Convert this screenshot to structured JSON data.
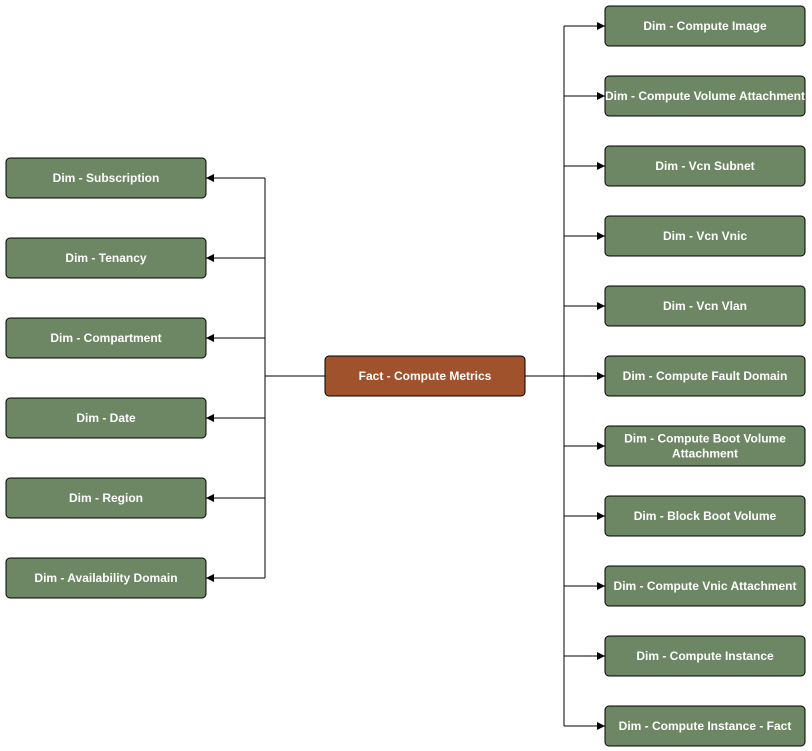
{
  "colors": {
    "fact_fill": "#a0522d",
    "dim_fill": "#6d8764",
    "line": "#000000",
    "text": "#ffffff"
  },
  "fact": {
    "label": "Fact - Compute Metrics"
  },
  "left_dims": [
    {
      "label": "Dim - Subscription"
    },
    {
      "label": "Dim - Tenancy"
    },
    {
      "label": "Dim - Compartment"
    },
    {
      "label": "Dim - Date"
    },
    {
      "label": "Dim - Region"
    },
    {
      "label": "Dim - Availability Domain"
    }
  ],
  "right_dims": [
    {
      "label": "Dim - Compute Image"
    },
    {
      "label": "Dim - Compute Volume Attachment"
    },
    {
      "label": "Dim - Vcn Subnet"
    },
    {
      "label": "Dim - Vcn Vnic"
    },
    {
      "label": "Dim - Vcn Vlan"
    },
    {
      "label": "Dim - Compute Fault Domain"
    },
    {
      "label": "Dim - Compute Boot Volume Attachment"
    },
    {
      "label": "Dim - Block Boot Volume"
    },
    {
      "label": "Dim - Compute Vnic Attachment"
    },
    {
      "label": "Dim - Compute Instance"
    },
    {
      "label": "Dim - Compute Instance - Fact"
    }
  ]
}
